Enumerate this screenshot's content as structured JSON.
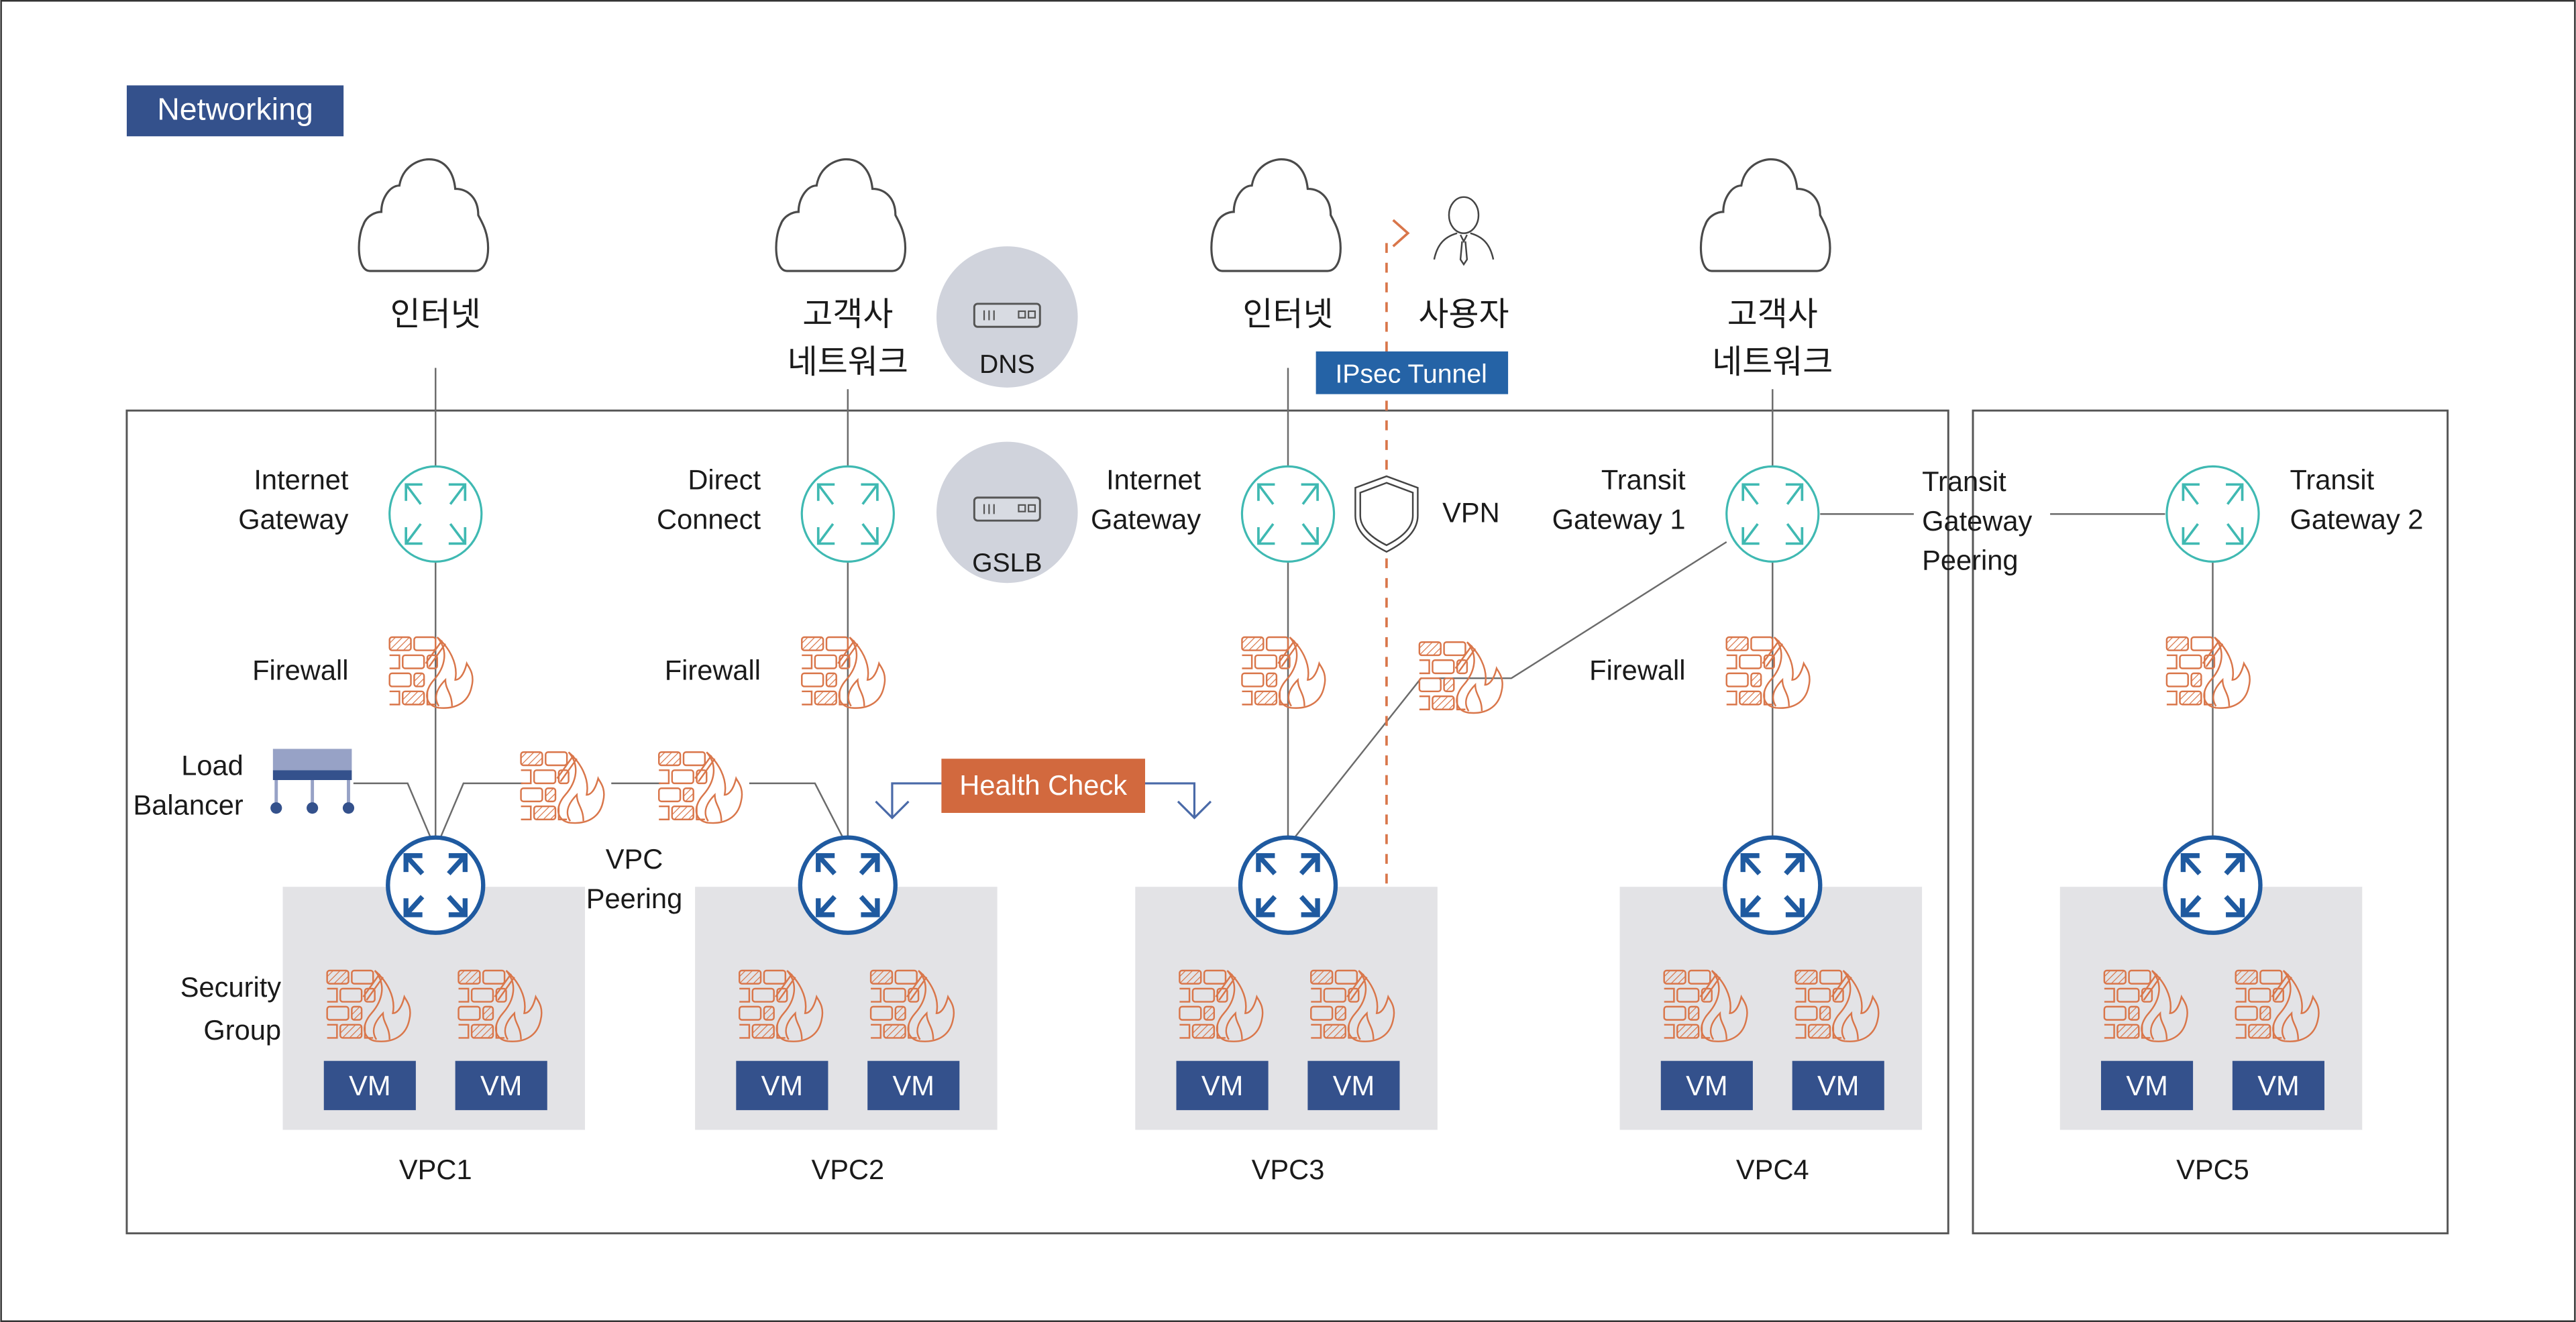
{
  "section_badge": "Networking",
  "colors": {
    "badge": "#34518c",
    "vm": "#34518c",
    "router": "#1f5aa0",
    "gateway": "#3fb9b2",
    "firewall": "#d9764a",
    "health_check": "#d2693e",
    "ipsec": "#2563a6",
    "vpc_box": "#e3e3e6",
    "service_circle": "#d0d3dc",
    "line": "#6b6b6b",
    "lb_top": "#97a2c6",
    "lb_bar": "#34518c"
  },
  "external": {
    "internet_1": "인터넷",
    "customer_net_1": [
      "고객사",
      "네트워크"
    ],
    "internet_2": "인터넷",
    "user": "사용자",
    "customer_net_2": [
      "고객사",
      "네트워크"
    ]
  },
  "services": {
    "dns": "DNS",
    "gslb": "GSLB"
  },
  "tags": {
    "ipsec_tunnel": "IPsec Tunnel",
    "health_check": "Health Check"
  },
  "labels": {
    "internet_gateway_1": [
      "Internet",
      "Gateway"
    ],
    "direct_connect": [
      "Direct",
      "Connect"
    ],
    "internet_gateway_2": [
      "Internet",
      "Gateway"
    ],
    "vpn": "VPN",
    "transit_gateway_1": [
      "Transit",
      "Gateway 1"
    ],
    "transit_gateway_peering": [
      "Transit",
      "Gateway",
      "Peering"
    ],
    "transit_gateway_2": [
      "Transit",
      "Gateway 2"
    ],
    "firewall_1": "Firewall",
    "firewall_2": "Firewall",
    "firewall_4": "Firewall",
    "load_balancer": [
      "Load",
      "Balancer"
    ],
    "vpc_peering": [
      "VPC",
      "Peering"
    ],
    "security_group": [
      "Security",
      "Group"
    ]
  },
  "vpcs": [
    {
      "name": "VPC1",
      "vms": [
        "VM",
        "VM"
      ]
    },
    {
      "name": "VPC2",
      "vms": [
        "VM",
        "VM"
      ]
    },
    {
      "name": "VPC3",
      "vms": [
        "VM",
        "VM"
      ]
    },
    {
      "name": "VPC4",
      "vms": [
        "VM",
        "VM"
      ]
    },
    {
      "name": "VPC5",
      "vms": [
        "VM",
        "VM"
      ]
    }
  ]
}
